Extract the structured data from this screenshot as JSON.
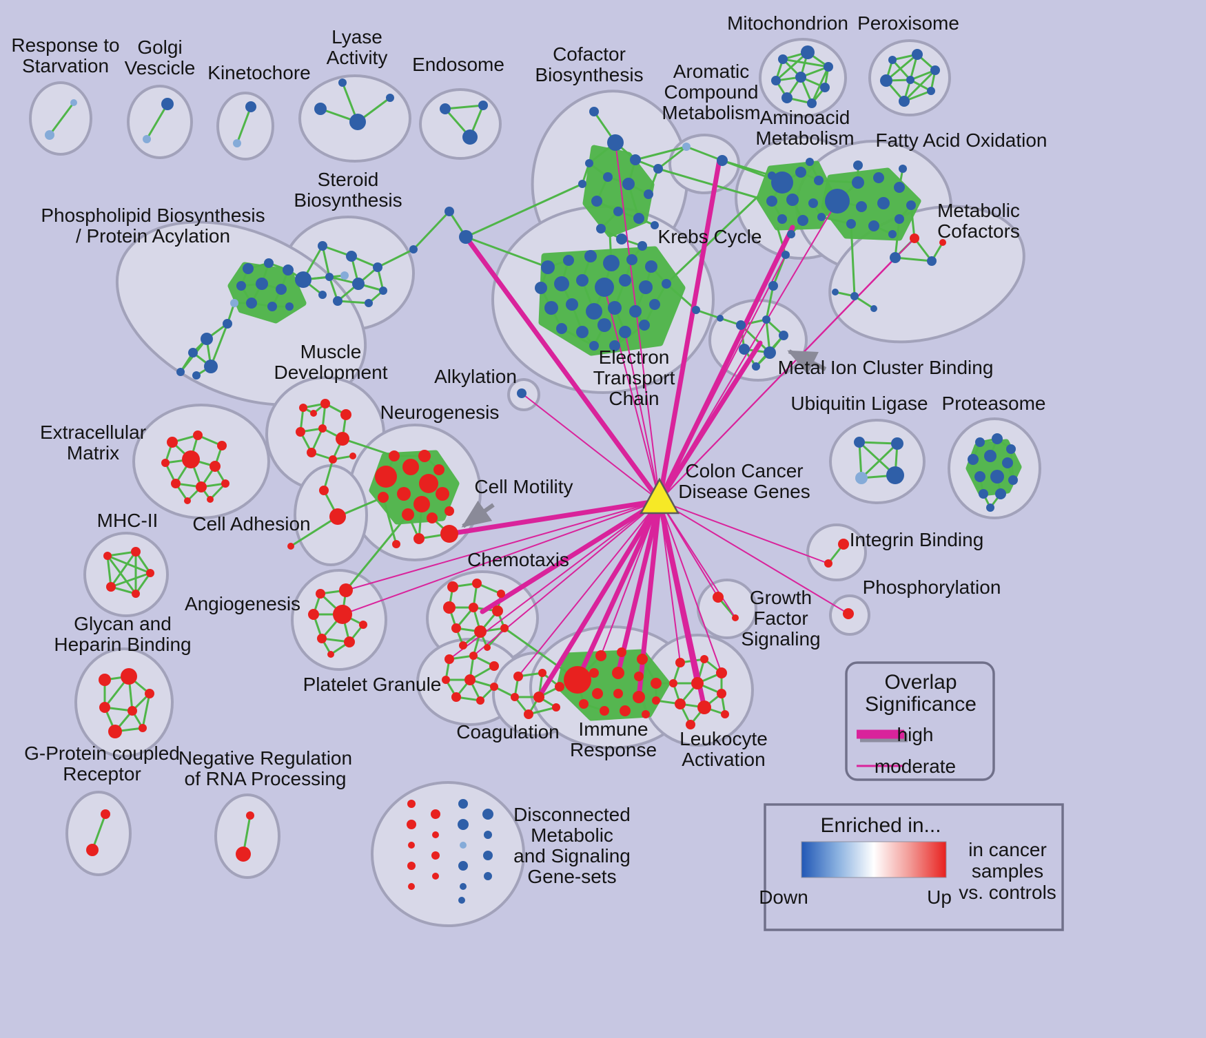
{
  "figure": {
    "background_color": "#c7c7e2",
    "cluster_fill": "#d8d8e8",
    "cluster_stroke": "#a2a2ba",
    "node_blue": "#2f5fa8",
    "node_light_blue": "#85abd8",
    "node_red": "#e8211f",
    "edge_green": "#4fb548",
    "link_magenta": "#d9239b",
    "hub_yellow": "#f6e926",
    "hub_stroke": "#5a5a5a",
    "arrow_gray": "#8a8a98",
    "legend_border": "#70708a",
    "text_color": "#141414",
    "gradient": {
      "s0": "#2157b5",
      "s1": "#8ab1e0",
      "s2": "#ffffff",
      "s3": "#f29a96",
      "s4": "#e8211f"
    }
  },
  "labels": {
    "response_to_starvation": "Response to\nStarvation",
    "golgi_vescicle": "Golgi\nVescicle",
    "kinetochore": "Kinetochore",
    "lyase_activity": "Lyase\nActivity",
    "endosome": "Endosome",
    "cofactor_biosynthesis": "Cofactor\nBiosynthesis",
    "aromatic_compound_metabolism": "Aromatic\nCompound\nMetabolism",
    "mitochondrion": "Mitochondrion",
    "peroxisome": "Peroxisome",
    "aminoacid_metabolism": "Aminoacid\nMetabolism",
    "fatty_acid_oxidation": "Fatty Acid Oxidation",
    "metabolic_cofactors": "Metabolic\nCofactors",
    "steroid_biosynthesis": "Steroid\nBiosynthesis",
    "phospholipid": "Phospholipid Biosynthesis\n/ Protein Acylation",
    "krebs_cycle": "Krebs Cycle",
    "electron_transport_chain": "Electron\nTransport\nChain",
    "metal_ion_cluster_binding": "Metal Ion Cluster Binding",
    "alkylation": "Alkylation",
    "muscle_development": "Muscle\nDevelopment",
    "neurogenesis": "Neurogenesis",
    "extracellular_matrix": "Extracellular\nMatrix",
    "cell_adhesion": "Cell Adhesion",
    "cell_motility": "Cell Motility",
    "mhc_ii": "MHC-II",
    "angiogenesis": "Angiogenesis",
    "glycan_heparin_binding": "Glycan and\nHeparin Binding",
    "chemotaxis": "Chemotaxis",
    "platelet_granule": "Platelet Granule",
    "coagulation": "Coagulation",
    "immune_response": "Immune\nResponse",
    "leukocyte_activation": "Leukocyte\nActivation",
    "growth_factor_signaling": "Growth\nFactor\nSignaling",
    "integrin_binding": "Integrin Binding",
    "phosphorylation": "Phosphorylation",
    "ubiquitin_ligase": "Ubiquitin Ligase",
    "proteasome": "Proteasome",
    "g_protein_coupled_receptor": "G-Protein coupled\nReceptor",
    "negative_regulation_rna": "Negative Regulation\nof RNA Processing",
    "disconnected_gene_sets": "Disconnected\nMetabolic\nand Signaling\nGene-sets",
    "colon_cancer_disease_genes": "Colon Cancer\nDisease Genes"
  },
  "legend_overlap": {
    "title": "Overlap\nSignificance",
    "high": "high",
    "moderate": "moderate"
  },
  "legend_enriched": {
    "title": "Enriched in...",
    "down": "Down",
    "up": "Up",
    "note": "in cancer\nsamples\nvs. controls"
  }
}
